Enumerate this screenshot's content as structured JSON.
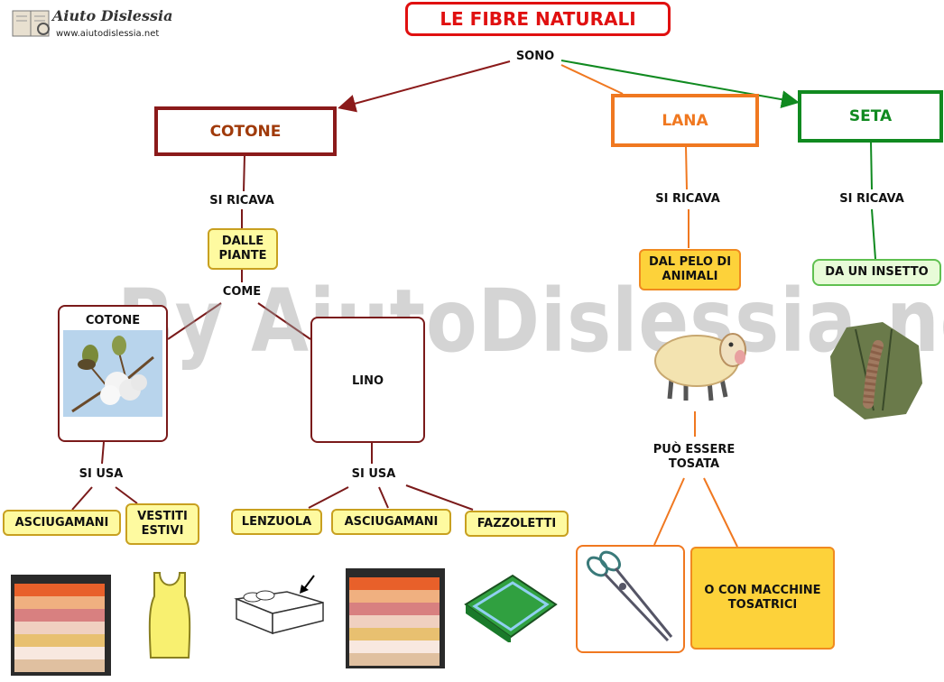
{
  "logo": {
    "name": "Aiuto Dislessia",
    "url": "www.aiutodislessia.net"
  },
  "title": "LE FIBRE NATURALI",
  "watermark": "By AiutoDislessia.net",
  "colors": {
    "title": "#e01010",
    "cotone": "#8b1a1a",
    "lana": "#f07820",
    "seta": "#108a20",
    "cotone_title": "#a03a0a"
  },
  "connectors": {
    "sono": "SONO",
    "si_ricava": "SI RICAVA",
    "come": "COME",
    "si_usa": "SI USA"
  },
  "cotone": {
    "label": "COTONE",
    "source": "DALLE PIANTE",
    "types": [
      {
        "label": "COTONE",
        "image": "cotton-plant-image"
      },
      {
        "label": "LINO"
      }
    ],
    "uses_cotone": [
      "ASCIUGAMANI",
      "VESTITI ESTIVI"
    ],
    "uses_lino": [
      "LENZUOLA",
      "ASCIUGAMANI",
      "FAZZOLETTI"
    ]
  },
  "lana": {
    "label": "LANA",
    "source": "DAL PELO DI ANIMALI",
    "image": "sheep-image",
    "can_be": "PUÒ ESSERE TOSATA",
    "methods": [
      {
        "image": "shears-image"
      },
      {
        "label": "O CON MACCHINE TOSATRICI"
      }
    ]
  },
  "seta": {
    "label": "SETA",
    "source": "DA UN INSETTO",
    "image": "silkworm-image"
  },
  "bottom_images": [
    "towels-image",
    "tank-top-image",
    "bed-image",
    "towels-image",
    "handkerchief-image"
  ]
}
